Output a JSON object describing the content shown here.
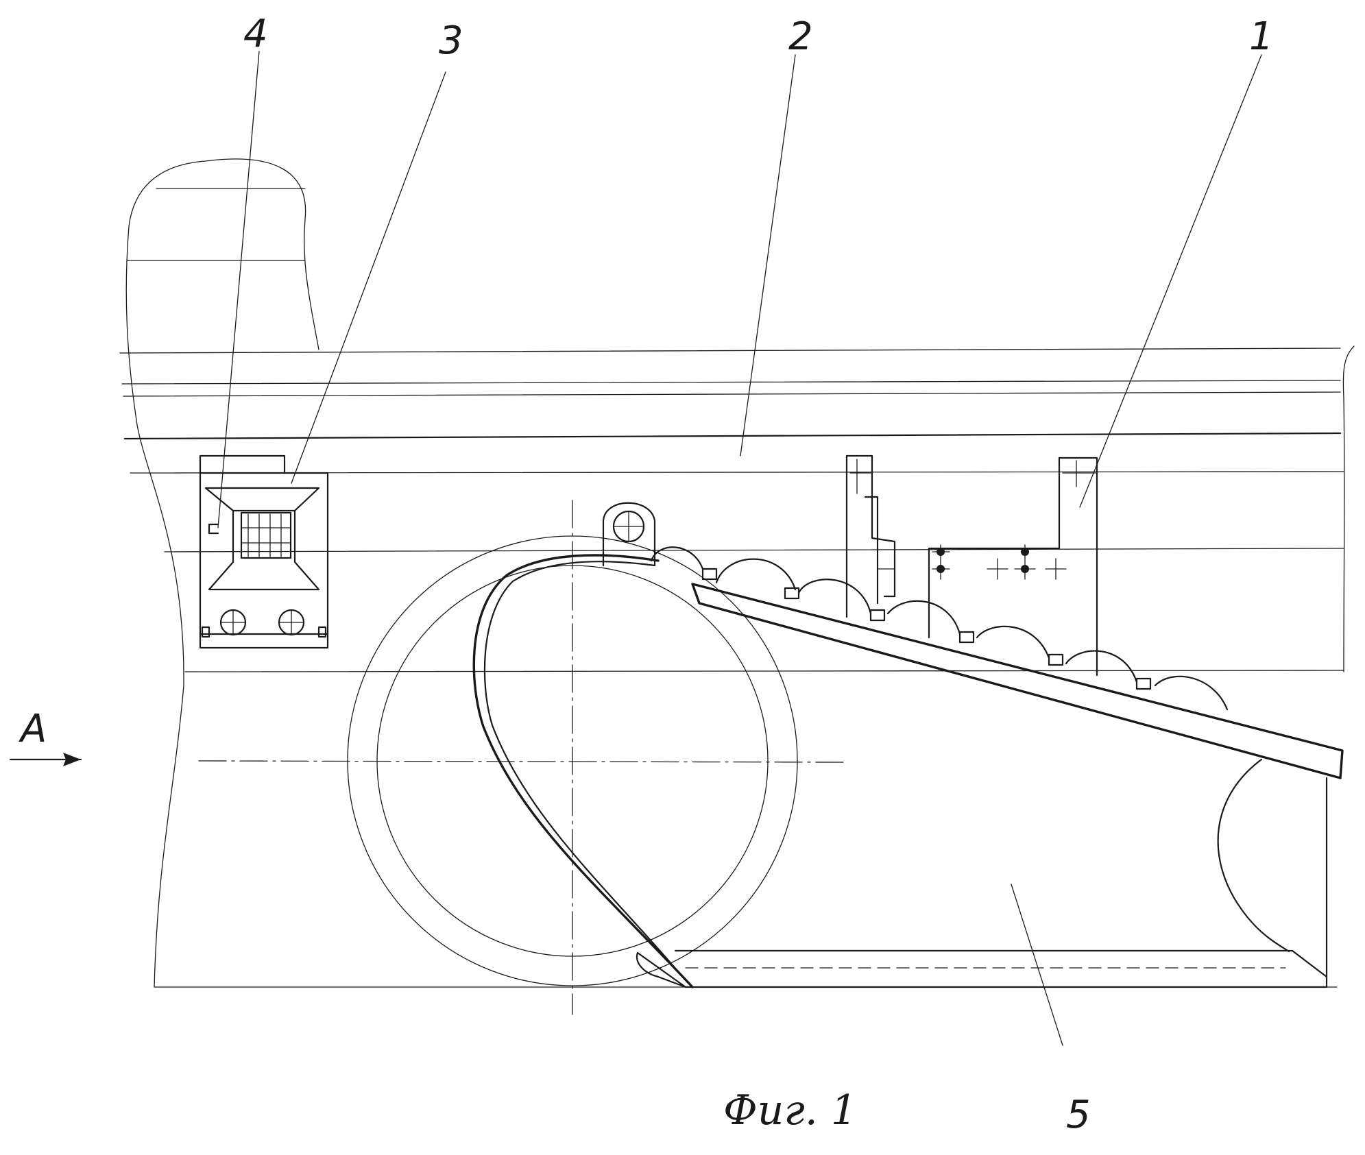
{
  "figure": {
    "caption": "Фиг. 1",
    "view_marker": "А",
    "callouts": [
      {
        "id": "1",
        "text": "1"
      },
      {
        "id": "2",
        "text": "2"
      },
      {
        "id": "3",
        "text": "3"
      },
      {
        "id": "4",
        "text": "4"
      },
      {
        "id": "5",
        "text": "5"
      }
    ]
  },
  "colors": {
    "ink": "#1a1a1a",
    "paper": "#ffffff"
  }
}
